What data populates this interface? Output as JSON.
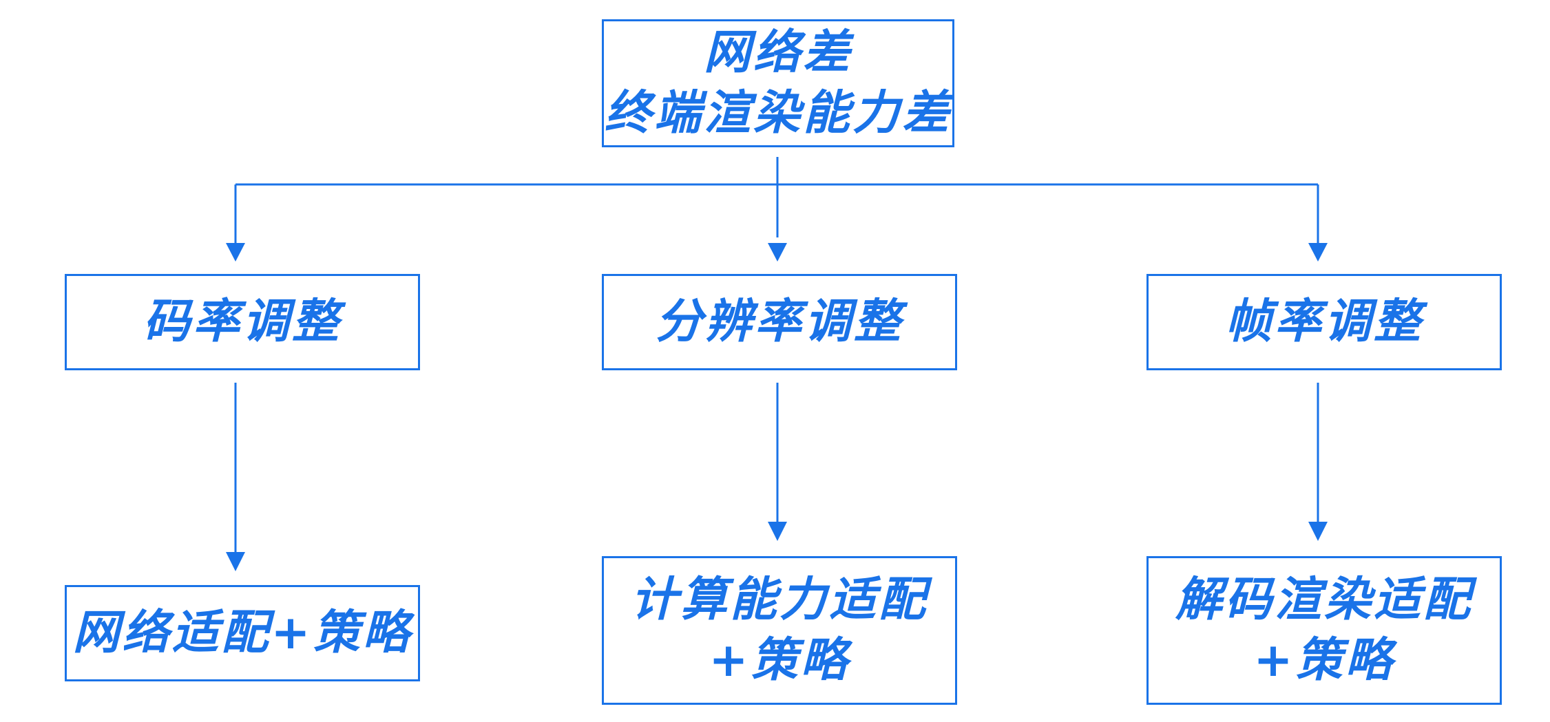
{
  "diagram": {
    "root": {
      "label": "网络差\n终端渲染能力差"
    },
    "branches": [
      {
        "label": "码率调整",
        "result": "网络适配+策略"
      },
      {
        "label": "分辨率调整",
        "result": "计算能力适配\n+策略"
      },
      {
        "label": "帧率调整",
        "result": "解码渲染适配\n+策略"
      }
    ]
  },
  "colors": {
    "accent": "#1a73e8",
    "background": "#ffffff"
  }
}
